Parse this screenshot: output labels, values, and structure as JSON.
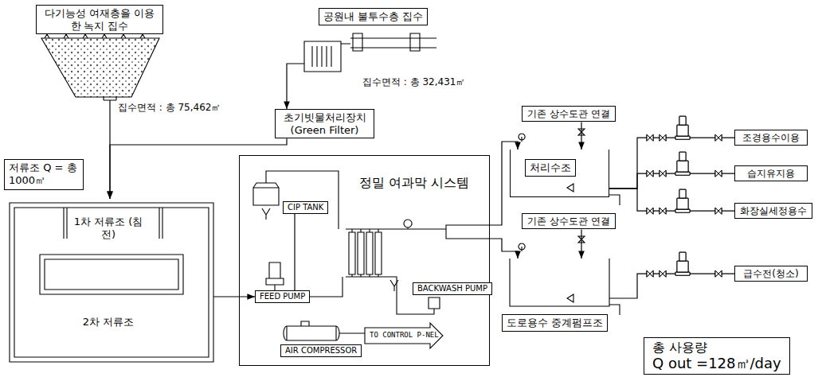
{
  "diagram": {
    "nodes": [
      {
        "text": [
          "다기능성 여재층을 이용한 녹지 집수"
        ]
      },
      {
        "text": [
          "공원내 불투수층 집수"
        ]
      },
      {
        "text": [
          "초기빗물처리장치 (Green Filter)"
        ]
      },
      {
        "text": [
          "저류조 Q = 총 1000㎥"
        ]
      },
      {
        "text": [
          "1차 저류조 (침전)"
        ],
        "in": 3
      },
      {
        "text": [
          "2차 저류조"
        ],
        "in": 3
      },
      {
        "text": [
          "정밀 여과막 시스템"
        ]
      },
      {
        "text": [
          "CIP TANK"
        ],
        "in": 6
      },
      {
        "text": [
          "FEED PUMP"
        ],
        "in": 6
      },
      {
        "text": [
          "BACKWASH PUMP"
        ],
        "in": 6
      },
      {
        "text": [
          "AIR COMPRESSOR"
        ],
        "in": 6
      },
      {
        "text": [
          "기존 상수도관 연결"
        ]
      },
      {
        "text": [
          "처리수조"
        ]
      },
      {
        "text": [
          "기존 상수도관 연결"
        ]
      },
      {
        "text": [
          "도로용수 중계펌프조"
        ]
      },
      {
        "text": [
          "조경용수이용"
        ]
      },
      {
        "text": [
          "습지유지용"
        ]
      },
      {
        "text": [
          "화장실세정용수"
        ]
      },
      {
        "text": [
          "급수전(청소)"
        ]
      },
      {
        "text": [
          "총 사용량",
          "Q out =128㎥/day"
        ]
      }
    ],
    "edges": [
      {
        "from": 0,
        "to": 3,
        "arrow": "to"
      },
      {
        "from": 1,
        "to": 2,
        "arrow": "to"
      },
      {
        "from": 2,
        "to": 3,
        "arrow": "to"
      },
      {
        "from": 3,
        "to": 8,
        "arrow": "to"
      },
      {
        "from": 7,
        "to": 8,
        "arrow": "none"
      },
      {
        "from": 6,
        "to": 12,
        "arrow": "to"
      },
      {
        "from": 6,
        "to": 14,
        "arrow": "to"
      },
      {
        "from": 11,
        "to": 12,
        "arrow": "to"
      },
      {
        "from": 13,
        "to": 14,
        "arrow": "to"
      },
      {
        "from": 12,
        "to": 15,
        "arrow": "none"
      },
      {
        "from": 12,
        "to": 16,
        "arrow": "none"
      },
      {
        "from": 12,
        "to": 17,
        "arrow": "none"
      },
      {
        "from": 14,
        "to": 18,
        "arrow": "none"
      }
    ],
    "labels": [
      "집수면적 : 총 75,462㎡",
      "집수면적 : 총 32,431㎡",
      "TO CONTROL P-NEL"
    ]
  }
}
